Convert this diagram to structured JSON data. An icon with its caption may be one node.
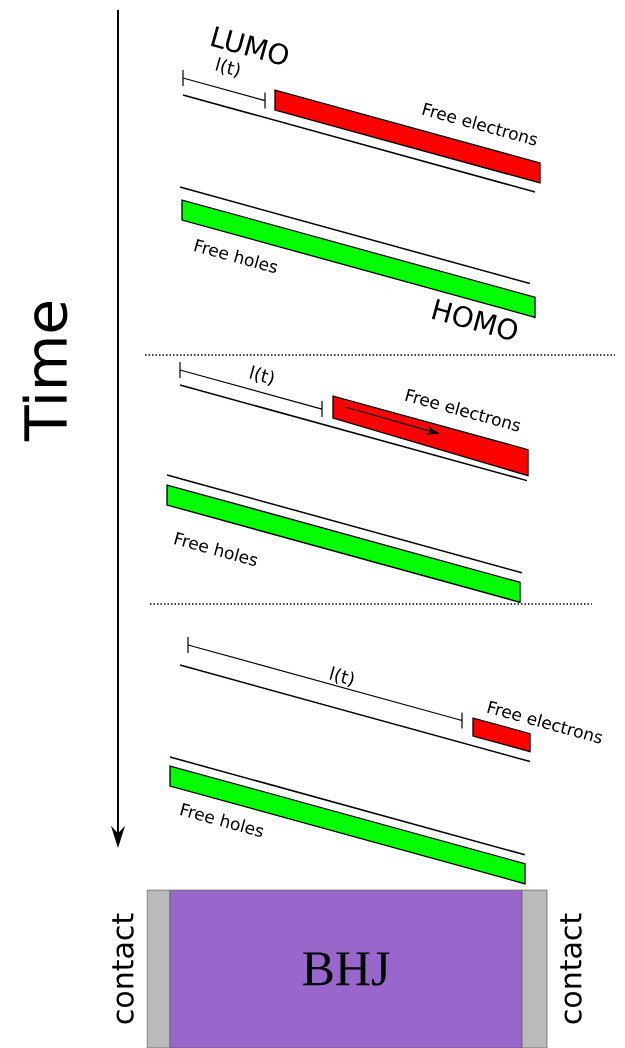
{
  "diagram": {
    "nodes": [
      {
        "text": [
          "contact"
        ]
      },
      {
        "text": [
          "BHJ"
        ]
      },
      {
        "text": [
          "contact"
        ]
      }
    ],
    "labels": [
      "Time",
      "LUMO",
      "l(t)",
      "Free electrons",
      "Free holes",
      "HOMO",
      "l(t)",
      "Free electrons",
      "Free holes",
      "l(t)",
      "Free electrons",
      "Free holes"
    ]
  }
}
